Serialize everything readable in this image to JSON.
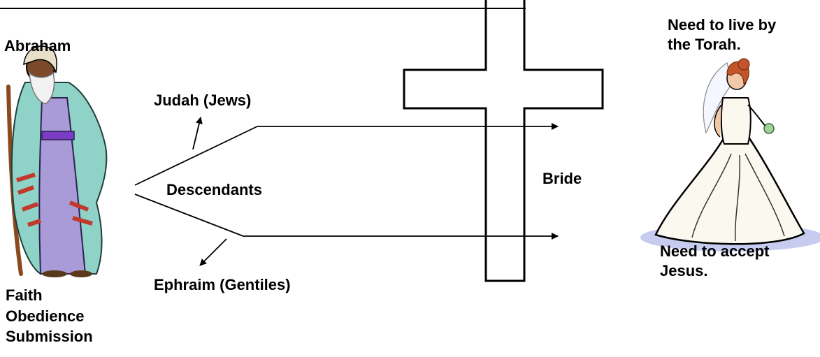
{
  "labels": {
    "abraham": "Abraham",
    "judah": "Judah (Jews)",
    "descendants": "Descendants",
    "ephraim": "Ephraim (Gentiles)",
    "bride": "Bride",
    "torah_line1": "Need to live by",
    "torah_line2": "the Torah.",
    "jesus_line1": "Need to accept",
    "jesus_line2": "Jesus.",
    "traits": [
      "Faith",
      "Obedience",
      "Submission"
    ]
  },
  "icons": {
    "left_figure": "abraham-figure-icon",
    "cross": "cross-icon",
    "right_figure": "bride-figure-icon"
  },
  "colors": {
    "ink": "#000000",
    "robe_teal": "#8fd3c8",
    "robe_purple": "#a99ad8",
    "sash_red": "#c0392b",
    "dress_white": "#fbf8ef",
    "hair": "#c2562a",
    "shadow_blue": "#c6cbef"
  }
}
